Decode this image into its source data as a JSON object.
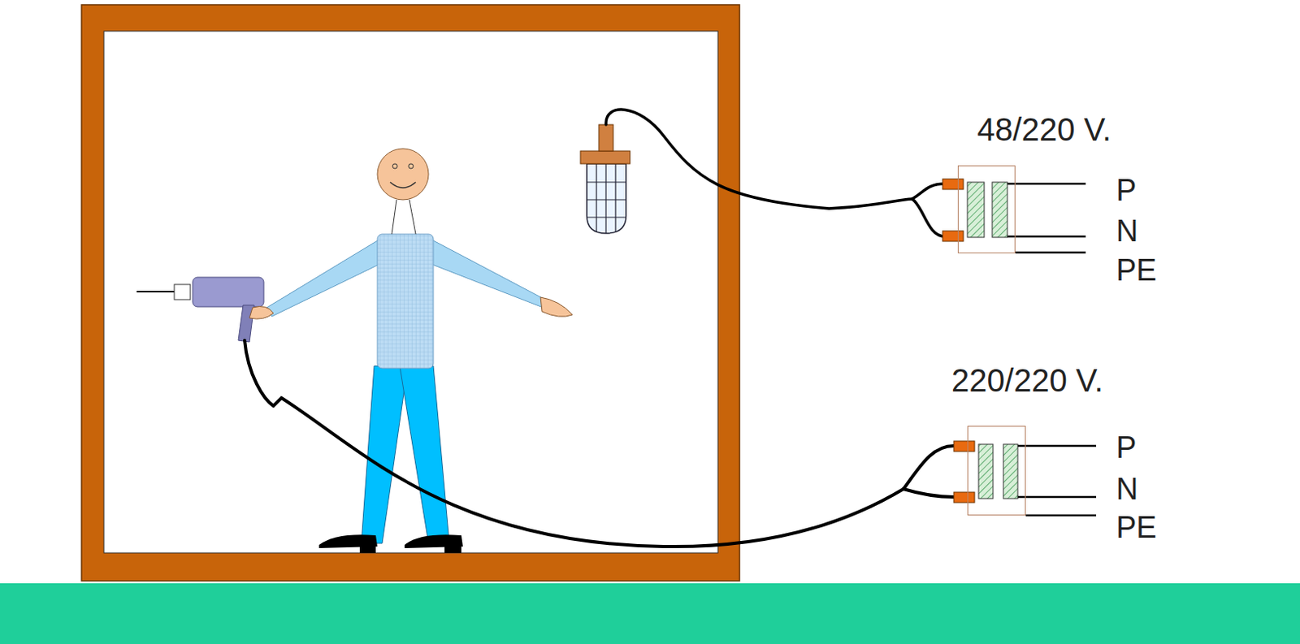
{
  "diagram": {
    "nodes": [
      {
        "text": [
          "48/220 V."
        ]
      },
      {
        "text": [
          "220/220 V."
        ]
      }
    ],
    "labels": [
      "P",
      "N",
      "PE",
      "P",
      "N",
      "PE"
    ]
  }
}
